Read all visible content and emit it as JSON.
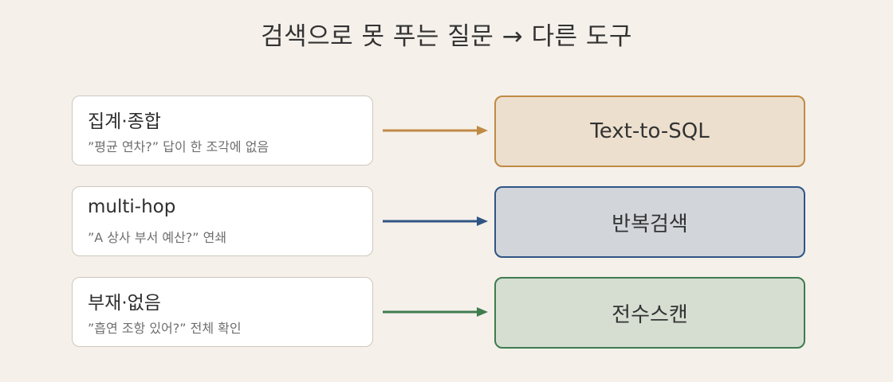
{
  "title": "검색으로 못 푸는 질문 → 다른 도구",
  "rows": [
    {
      "title": "집계·종합",
      "subtitle": "”평균 연차?” 답이 한 조각에 없음",
      "target": "Text-to-SQL",
      "color": "#c08a45",
      "fill": "#ecdfcd"
    },
    {
      "title": "multi-hop",
      "subtitle": "”A 상사 부서 예산?” 연쇄",
      "target": "반복검색",
      "color": "#2f5584",
      "fill": "#d2d6da"
    },
    {
      "title": "부재·없음",
      "subtitle": "”흡연 조항 있어?” 전체 확인",
      "target": "전수스캔",
      "color": "#3f7c4f",
      "fill": "#d5ded1"
    }
  ]
}
